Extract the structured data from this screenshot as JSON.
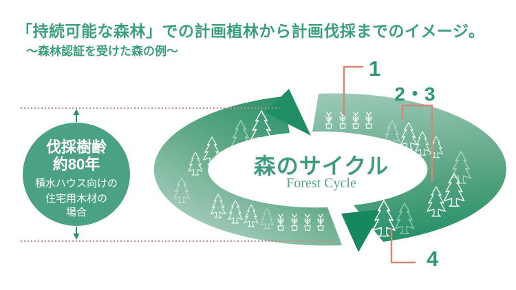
{
  "header": {
    "title": "「持続可能な森林」での計画植林から計画伐採までのイメージ。",
    "subtitle": "～森林認証を受けた森の例～"
  },
  "badge": {
    "title_line1": "伐採樹齢",
    "title_line2": "約80年",
    "body_line1": "積水ハウス向けの",
    "body_line2": "住宅用木材の",
    "body_line3": "場合"
  },
  "cycle": {
    "title": "森のサイクル",
    "subtitle": "Forest Cycle"
  },
  "markers": {
    "planting": "1",
    "growing": "2・3",
    "harvest": "4"
  },
  "colors": {
    "heading_green": "#3aa07c",
    "badge_green": "#4aa183",
    "badge_arrow_green": "#2e8f6b",
    "arc_dark_green": "#1f8e63",
    "arc_mid_green": "#63aa89",
    "arc_light_green": "#aed2c2",
    "marker_green": "#2d9872",
    "connector_red": "#d98278",
    "guide_dotted_red": "#c98b88",
    "tree_white": "#ffffff"
  },
  "icons": {
    "tree": "fir-tree-icon",
    "seedling": "potted-seedling-icon",
    "cycle_arrows": "cycle-arrows",
    "up_arrow": "arrow-up-icon",
    "down_arrow": "arrow-down-icon"
  }
}
